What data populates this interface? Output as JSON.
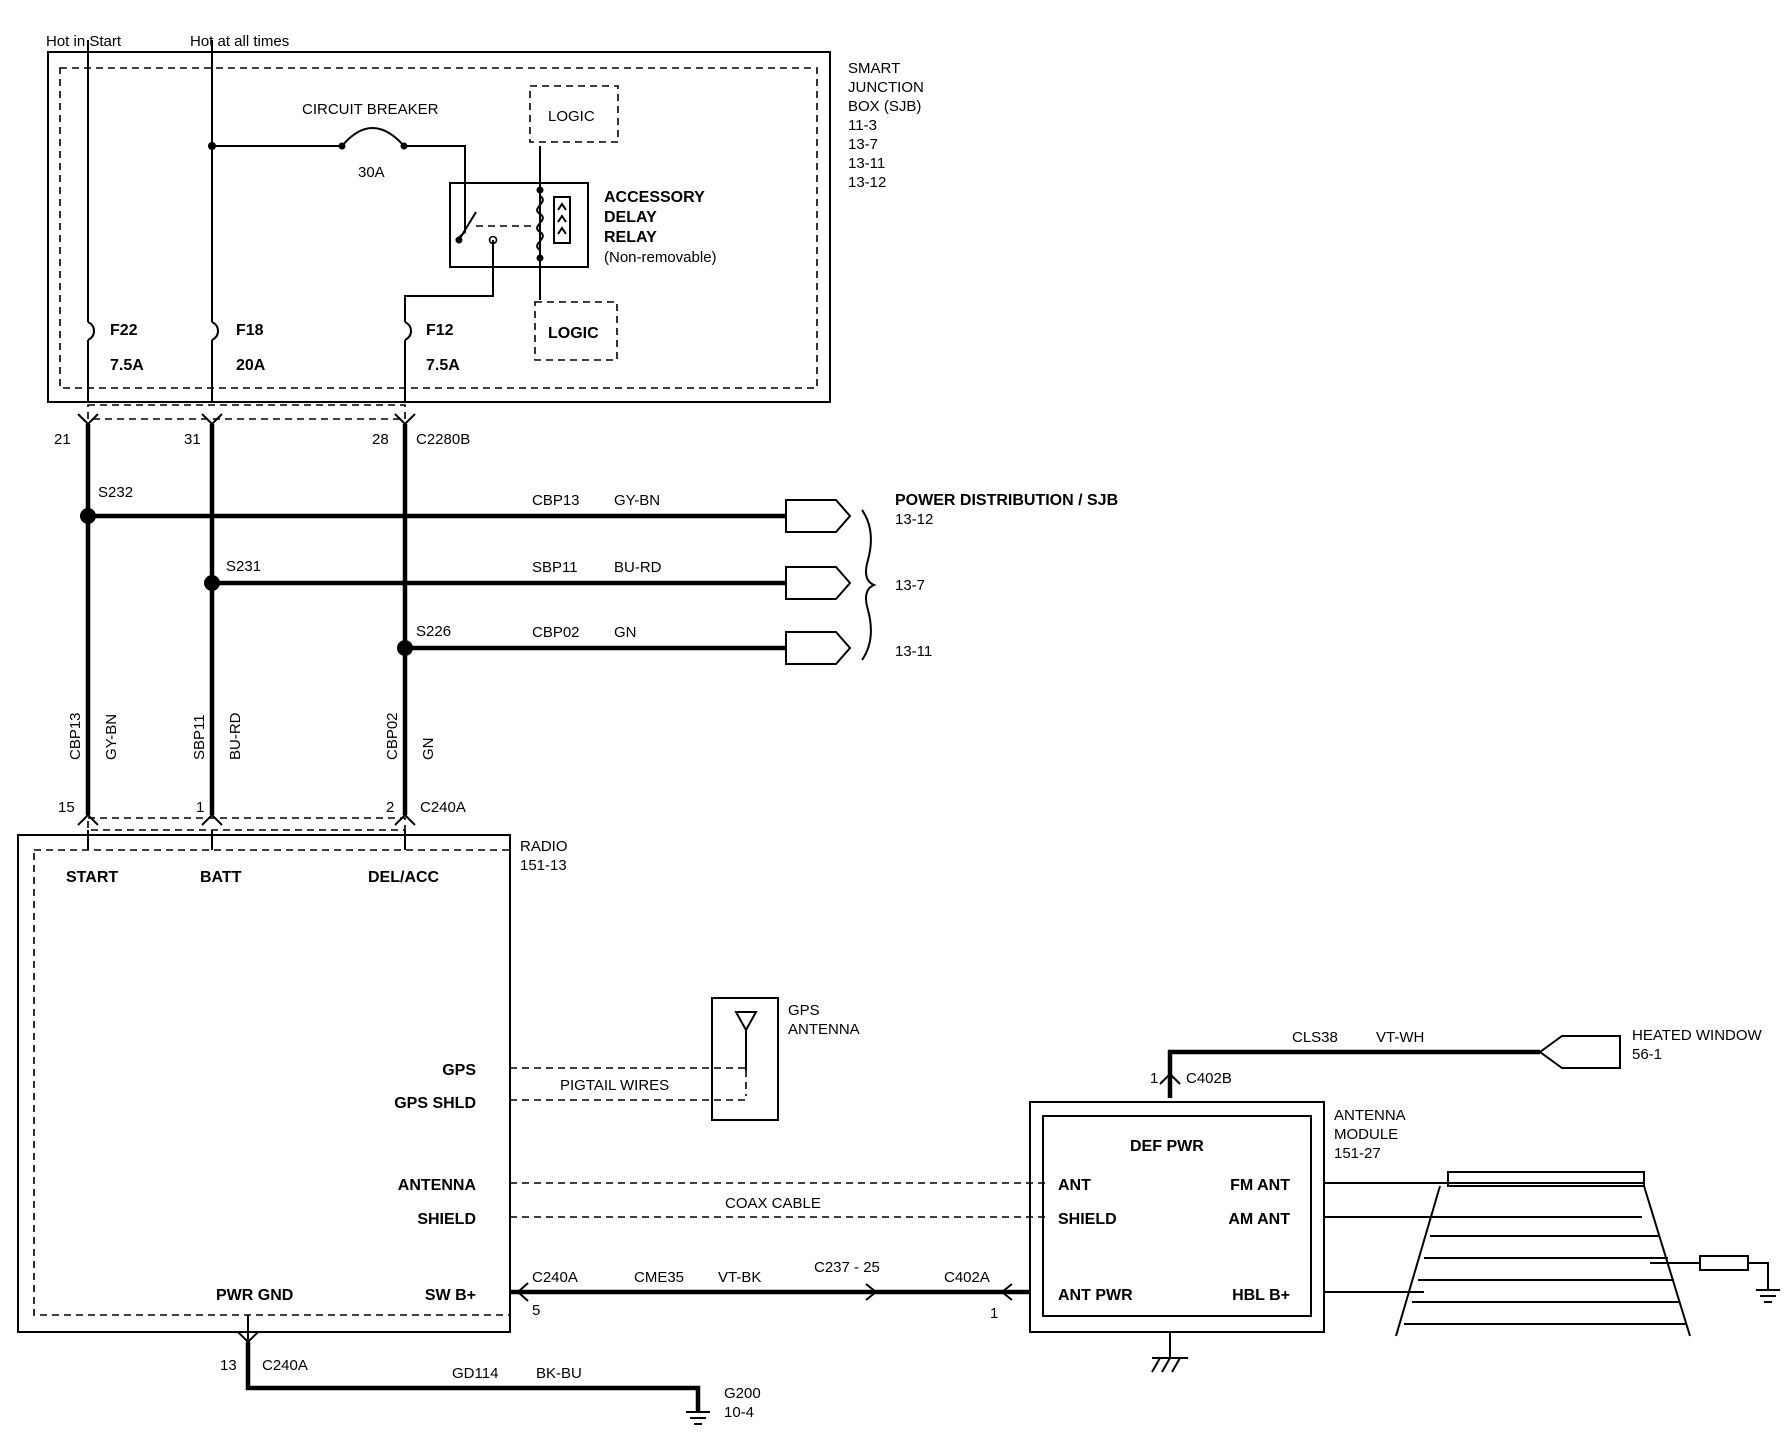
{
  "sjb": {
    "feed_labels": [
      "Hot in Start",
      "Hot at all times"
    ],
    "title_lines": [
      "SMART",
      "JUNCTION",
      "BOX (SJB)",
      "11-3",
      "13-7",
      "13-11",
      "13-12"
    ],
    "breaker_label": "CIRCUIT BREAKER",
    "breaker_rating": "30A",
    "logic_top": "LOGIC",
    "logic_bottom": "LOGIC",
    "relay_lines": [
      "ACCESSORY",
      "DELAY",
      "RELAY",
      "(Non-removable)"
    ],
    "fuses": [
      {
        "id": "F22",
        "rating": "7.5A",
        "pin": "21"
      },
      {
        "id": "F18",
        "rating": "20A",
        "pin": "31"
      },
      {
        "id": "F12",
        "rating": "7.5A",
        "pin": "28"
      }
    ],
    "connector": "C2280B"
  },
  "splices": [
    {
      "id": "S232",
      "circuit": "CBP13",
      "color": "GY-BN"
    },
    {
      "id": "S231",
      "circuit": "SBP11",
      "color": "BU-RD"
    },
    {
      "id": "S226",
      "circuit": "CBP02",
      "color": "GN"
    }
  ],
  "power_distribution": {
    "title": "POWER DISTRIBUTION / SJB",
    "refs": [
      "13-12",
      "13-7",
      "13-11"
    ]
  },
  "vertical_wires": [
    {
      "circuit": "CBP13",
      "color": "GY-BN",
      "pin": "15"
    },
    {
      "circuit": "SBP11",
      "color": "BU-RD",
      "pin": "1"
    },
    {
      "circuit": "CBP02",
      "color": "GN",
      "pin": "2"
    }
  ],
  "radio": {
    "connector": "C240A",
    "title_lines": [
      "RADIO",
      "151-13"
    ],
    "pins_top": [
      "START",
      "BATT",
      "DEL/ACC"
    ],
    "pins_right": [
      "GPS",
      "GPS SHLD",
      "ANTENNA",
      "SHIELD",
      "SW B+"
    ],
    "pwr_gnd": "PWR GND"
  },
  "gps": {
    "title_lines": [
      "GPS",
      "ANTENNA"
    ],
    "pigtail": "PIGTAIL WIRES"
  },
  "coax": "COAX CABLE",
  "swb_wire": {
    "connector_a": "C240A",
    "pin_a": "5",
    "circuit": "CME35",
    "color": "VT-BK",
    "inline": "C237 - 25",
    "connector_b": "C402A",
    "pin_b": "1"
  },
  "ground_wire": {
    "pin": "13",
    "connector": "C240A",
    "circuit": "GD114",
    "color": "BK-BU",
    "ground": "G200",
    "ground_ref": "10-4"
  },
  "heated_window": {
    "pin": "1",
    "connector": "C402B",
    "circuit": "CLS38",
    "color": "VT-WH",
    "title_lines": [
      "HEATED WINDOW",
      "56-1"
    ]
  },
  "antenna_module": {
    "title_lines": [
      "ANTENNA",
      "MODULE",
      "151-27"
    ],
    "def_pwr": "DEF PWR",
    "pins_left": [
      "ANT",
      "SHIELD",
      "ANT PWR"
    ],
    "pins_right": [
      "FM ANT",
      "AM ANT",
      "HBL B+"
    ]
  }
}
